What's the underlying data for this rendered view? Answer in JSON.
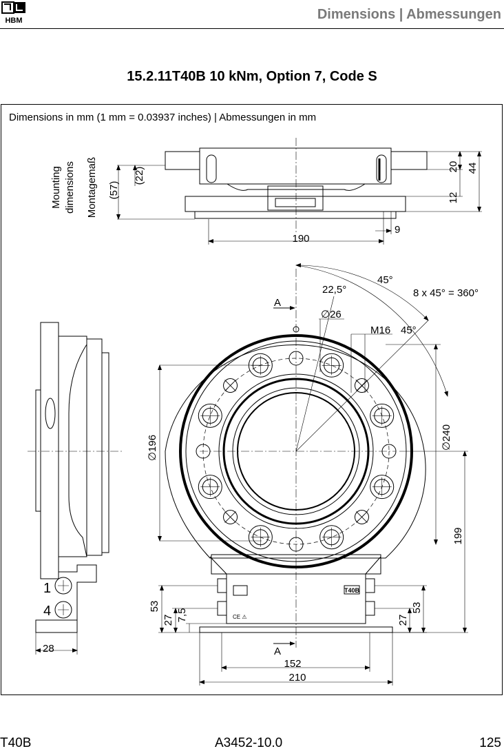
{
  "header": {
    "logo_text": "HBM",
    "title": "Dimensions | Abmessungen"
  },
  "section_title": "15.2.11T40B 10 kNm, Option 7, Code S",
  "drawing": {
    "caption": "Dimensions in mm (1 mm = 0.03937 inches) | Abmessungen in mm",
    "mounting_label_1": "Mounting",
    "mounting_label_2": "dimensions",
    "mounting_label_3": "Montagemaß",
    "dim_57": "(57)",
    "dim_22": "(22)",
    "dim_190": "190",
    "dim_9": "9",
    "dim_12": "12",
    "dim_20": "20",
    "dim_44": "44",
    "section_a_top": "A",
    "section_a_bottom": "A",
    "angle_22_5": "22,5°",
    "angle_45_a": "45°",
    "angle_45_b": "45°",
    "pattern_note": "8 x 45° = 360°",
    "dia_26": "∅26",
    "thread_m16": "M16",
    "dia_196": "∅196",
    "dia_240": "∅240",
    "dim_199": "199",
    "dim_53_left": "53",
    "dim_53_right": "53",
    "dim_27_left": "27",
    "dim_27_right": "27",
    "dim_7_5": "7,5",
    "dim_152": "152",
    "dim_210": "210",
    "dim_28": "28",
    "connector_1": "1",
    "connector_4": "4",
    "nameplate_brand": "T40B",
    "ce_mark": "CE ⚠"
  },
  "footer": {
    "product": "T40B",
    "doc_number": "A3452-10.0",
    "page_number": "125"
  }
}
